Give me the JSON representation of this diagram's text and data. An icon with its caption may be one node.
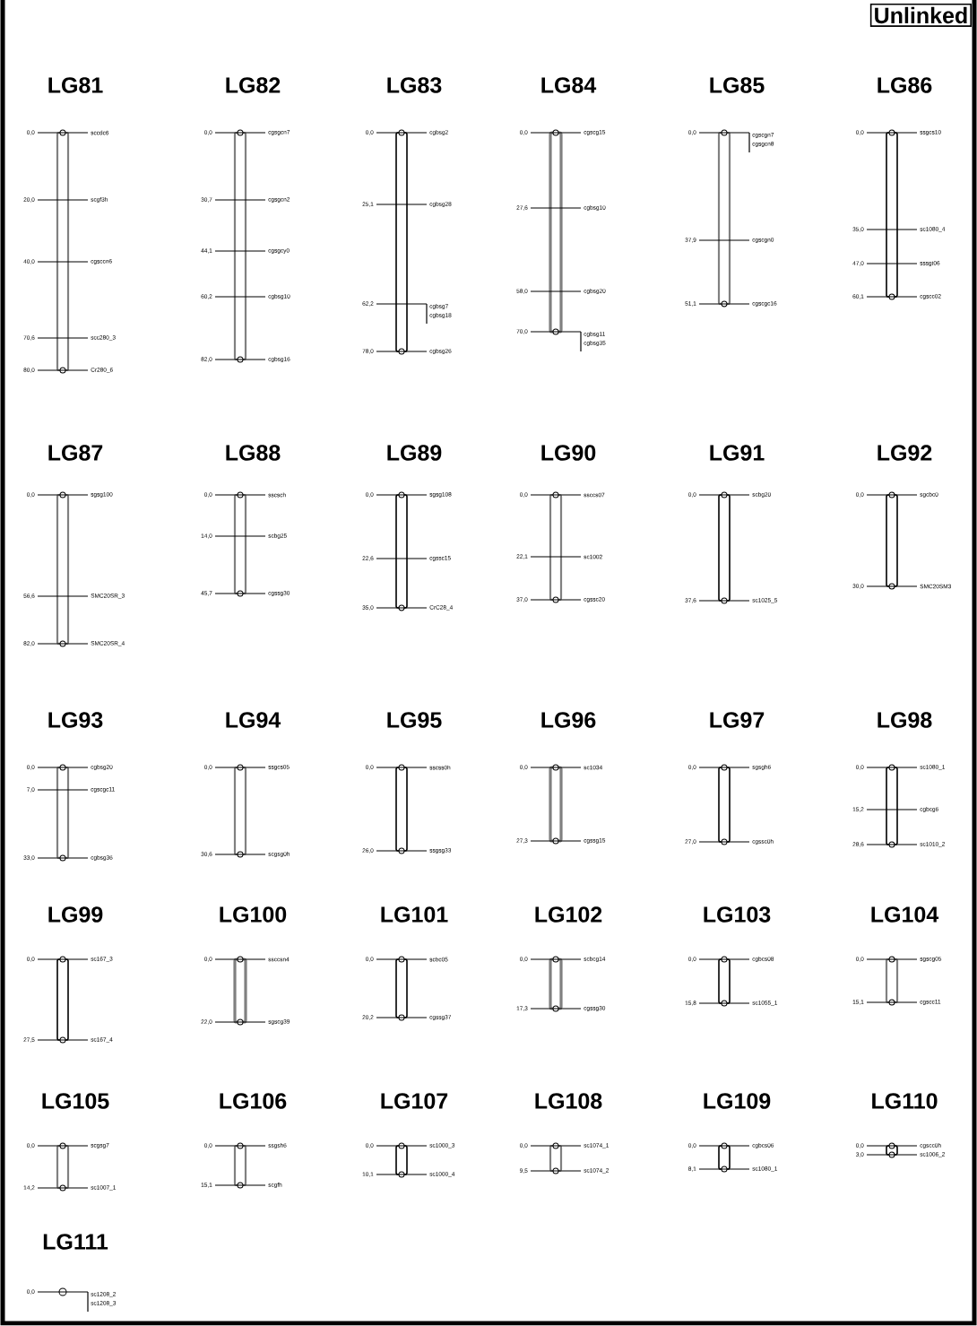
{
  "diagram": {
    "nodes": [
      {
        "text": [
          "Unlinked"
        ]
      },
      {
        "text": [
          "LG81",
          "0,0",
          "sccdc6",
          "20,0",
          "scgf3h",
          "40,0",
          "cgsccn6",
          "70,6",
          "scc280_3",
          "80,0",
          "Cr280_6"
        ]
      },
      {
        "text": [
          "LG82",
          "0,0",
          "cgsgcn7",
          "30,7",
          "cgsgcn2",
          "44,1",
          "cgsgcy0",
          "60,2",
          "cgbsg10",
          "82,0",
          "cgbsg16"
        ]
      },
      {
        "text": [
          "LG83",
          "0,0",
          "cgbsg2",
          "25,1",
          "cgbsg28",
          "62,2",
          "cgbsg7",
          "cgbsg18",
          "78,0",
          "cgbsg26"
        ]
      },
      {
        "text": [
          "LG84",
          "0,0",
          "cgscg15",
          "27,6",
          "cgbsg10",
          "58,0",
          "cgbsg20",
          "70,0",
          "cgbsg11",
          "cgbsg35"
        ]
      },
      {
        "text": [
          "LG85",
          "0,0",
          "cgscgn7",
          "cgsgcn8",
          "37,9",
          "cgscgn0",
          "51,1",
          "cgscgc16"
        ]
      },
      {
        "text": [
          "LG86",
          "0,0",
          "ssgcs10",
          "35,0",
          "sc1080_4",
          "47,0",
          "sssgt06",
          "60,1",
          "cgscc02"
        ]
      },
      {
        "text": [
          "LG87",
          "0,0",
          "sgsg100",
          "56,6",
          "SMC20SR_3",
          "82,0",
          "SMC20SR_4"
        ]
      },
      {
        "text": [
          "LG88",
          "0,0",
          "sscsch",
          "14,0",
          "scbg25",
          "45,7",
          "cgssg30"
        ]
      },
      {
        "text": [
          "LG89",
          "0,0",
          "sgsg108",
          "22,6",
          "cgssc15",
          "35,0",
          "CrC28_4"
        ]
      },
      {
        "text": [
          "LG90",
          "0,0",
          "ssccs07",
          "22,1",
          "sc1002",
          "37,0",
          "cgssc20"
        ]
      },
      {
        "text": [
          "LG91",
          "0,0",
          "scbg20",
          "37,6",
          "sc1025_5"
        ]
      },
      {
        "text": [
          "LG92",
          "0,0",
          "sgcbc0",
          "30,0",
          "SMC20SM3"
        ]
      },
      {
        "text": [
          "LG93",
          "0,0",
          "cgbsg20",
          "7,0",
          "cgscgc11",
          "33,0",
          "cgbsg36"
        ]
      },
      {
        "text": [
          "LG94",
          "0,0",
          "ssgcs05",
          "30,6",
          "scgsg0h"
        ]
      },
      {
        "text": [
          "LG95",
          "0,0",
          "sscss0h",
          "26,0",
          "ssgsg33"
        ]
      },
      {
        "text": [
          "LG96",
          "0,0",
          "sc1034",
          "27,3",
          "cgssg15"
        ]
      },
      {
        "text": [
          "LG97",
          "0,0",
          "sgsgh6",
          "27,0",
          "cgssc0h"
        ]
      },
      {
        "text": [
          "LG98",
          "0,0",
          "sc1080_1",
          "15,2",
          "cgbcg6",
          "28,6",
          "sc1010_2"
        ]
      },
      {
        "text": [
          "LG99",
          "0,0",
          "sc167_3",
          "27,5",
          "sc167_4"
        ]
      },
      {
        "text": [
          "LG100",
          "0,0",
          "ssccsn4",
          "22,0",
          "sgscg39"
        ]
      },
      {
        "text": [
          "LG101",
          "0,0",
          "scbc05",
          "20,2",
          "cgssg37"
        ]
      },
      {
        "text": [
          "LG102",
          "0,0",
          "scbcg14",
          "17,3",
          "cgssg30"
        ]
      },
      {
        "text": [
          "LG103",
          "0,0",
          "cgbcs08",
          "15,8",
          "sc1055_1"
        ]
      },
      {
        "text": [
          "LG104",
          "0,0",
          "sgscg05",
          "15,1",
          "cgscc11"
        ]
      },
      {
        "text": [
          "LG105",
          "0,0",
          "scgsg7",
          "14,2",
          "sc1007_1"
        ]
      },
      {
        "text": [
          "LG106",
          "0,0",
          "ssgsh6",
          "15,1",
          "scgfh"
        ]
      },
      {
        "text": [
          "LG107",
          "0,0",
          "sc1000_3",
          "10,1",
          "sc1000_4"
        ]
      },
      {
        "text": [
          "LG108",
          "0,0",
          "sc1074_1",
          "9,5",
          "sc1074_2"
        ]
      },
      {
        "text": [
          "LG109",
          "0,0",
          "cgbcs06",
          "8,1",
          "sc1080_1"
        ]
      },
      {
        "text": [
          "LG110",
          "0,0",
          "cgscc0h",
          "3,0",
          "sc1006_2"
        ]
      },
      {
        "text": [
          "LG111",
          "0,0",
          "sc1208_2",
          "sc1208_3"
        ]
      }
    ]
  }
}
